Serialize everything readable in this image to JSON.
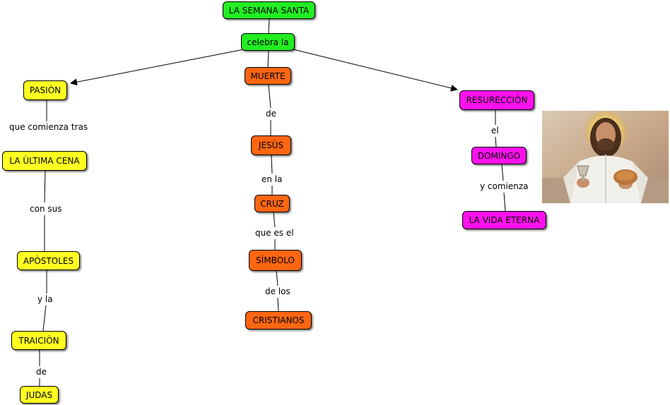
{
  "colors": {
    "green": "#22ee22",
    "yellow": "#ffff22",
    "orange": "#ff6611",
    "magenta": "#ff11ee",
    "line": "#000000"
  },
  "nodes": {
    "root": "LA SEMANA SANTA",
    "celebra": "celebra la",
    "pasion": "PASIÒN",
    "ultima_cena": "LA ÙLTIMA CENA",
    "apostoles": "APÒSTOLES",
    "traicion": "TRAICIÒN",
    "judas": "JUDAS",
    "muerte": "MUERTE",
    "jesus": "JESÙS",
    "cruz": "CRUZ",
    "simbolo": "SÌMBOLO",
    "cristianos": "CRISTIANOS",
    "resurreccion": "RESURECCIÒN",
    "domingo": "DOMINGO",
    "vida_eterna": "LA VIDA ETERNA"
  },
  "links": {
    "que_comienza_tras": "que comienza tras",
    "con_sus": "con sus",
    "y_la": "y la",
    "de_1": "de",
    "de_2": "de",
    "en_la": "en la",
    "que_es_el": "que es el",
    "de_los": "de los",
    "el": "el",
    "y_comienza": "y comienza"
  },
  "image": {
    "icon": "jesus-bread-cup-image"
  }
}
